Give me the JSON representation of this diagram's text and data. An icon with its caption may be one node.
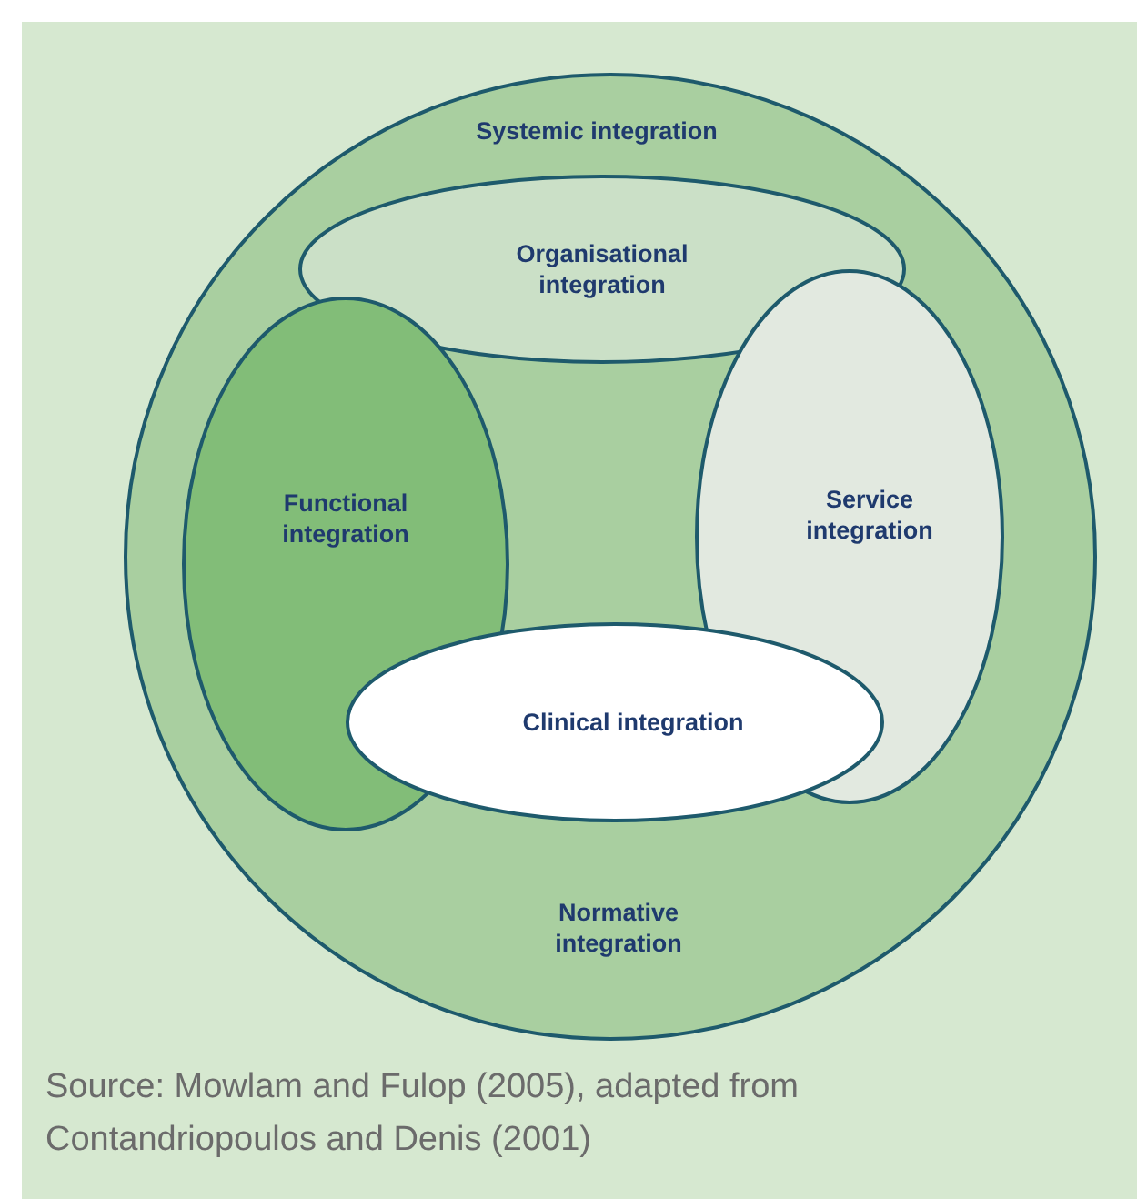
{
  "diagram": {
    "caption": "Source: Mowlam and Fulop (2005), adapted from Contandriopoulos and Denis (2001)",
    "nodes": [
      {
        "text": [
          "Systemic integration",
          "Normative integration"
        ]
      },
      {
        "text": [
          "Organisational integration"
        ],
        "in": 0
      },
      {
        "text": [
          "Functional integration"
        ],
        "in": 0
      },
      {
        "text": [
          "Service integration"
        ],
        "in": 0
      },
      {
        "text": [
          "Clinical integration"
        ],
        "in": 0
      }
    ]
  }
}
